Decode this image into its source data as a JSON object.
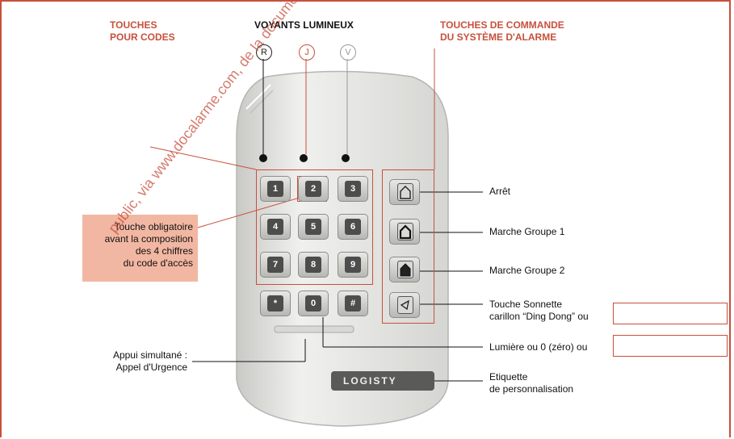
{
  "headers": {
    "keys_codes": [
      "TOUCHES",
      "POUR CODES"
    ],
    "leds": "VOYANTS LUMINEUX",
    "command_keys": [
      "TOUCHES DE COMMANDE",
      "DU SYSTÈME D'ALARME"
    ]
  },
  "leds": [
    "R",
    "J",
    "V"
  ],
  "keypad": {
    "numeric_keys": [
      "1",
      "2",
      "3",
      "4",
      "5",
      "6",
      "7",
      "8",
      "9",
      "*",
      "0",
      "#"
    ],
    "brand": "LOGISTY"
  },
  "labels": {
    "note": [
      "Touche obligatoire",
      "avant la composition",
      "des 4 chiffres",
      "du code d'accès"
    ],
    "arret": "Arrêt",
    "marche1": "Marche Groupe 1",
    "marche2": "Marche Groupe 2",
    "sonnette": [
      "Touche Sonnette",
      "carillon “Ding Dong” ou"
    ],
    "lumiere": "Lumière ou 0 (zéro) ou",
    "appui": [
      "Appui simultané :",
      "Appel d'Urgence"
    ],
    "etiquette": [
      "Etiquette",
      "de personnalisation"
    ]
  },
  "watermark": "public, via www.docalarme.com, de la documentation technique des produits",
  "colors": {
    "accent": "#c8503c",
    "note_fill": "#f2b7a2",
    "keypad_body": "#e6e6e3"
  }
}
